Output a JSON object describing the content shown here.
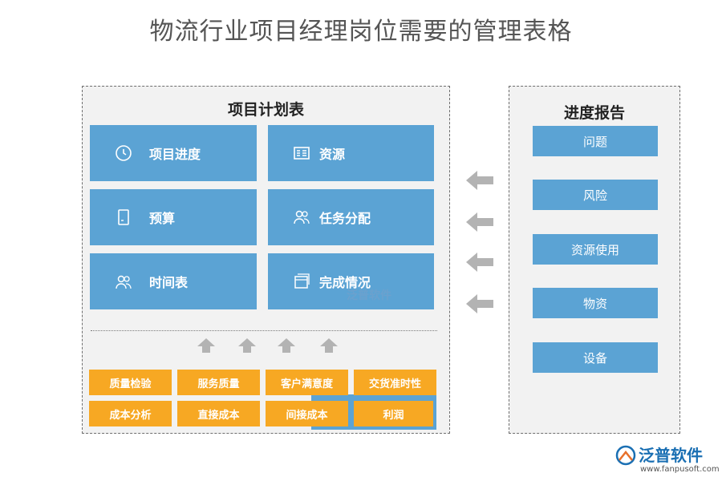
{
  "title": "物流行业项目经理岗位需要的管理表格",
  "plan": {
    "title": "项目计划表",
    "tiles": [
      {
        "label": "项目进度",
        "icon": "clock-icon"
      },
      {
        "label": "资源",
        "icon": "list-icon"
      },
      {
        "label": "预算",
        "icon": "document-icon"
      },
      {
        "label": "任务分配",
        "icon": "users-icon"
      },
      {
        "label": "时间表",
        "icon": "users-icon"
      },
      {
        "label": "完成情况",
        "icon": "window-icon"
      }
    ],
    "metrics": [
      "质量检验",
      "服务质量",
      "客户满意度",
      "交货准时性",
      "成本分析",
      "直接成本",
      "间接成本",
      "利润"
    ],
    "watermark": "泛普软件"
  },
  "report": {
    "title": "进度报告",
    "items": [
      "问题",
      "风险",
      "资源使用",
      "物资",
      "设备"
    ]
  },
  "logo": {
    "name": "泛普软件",
    "url": "www.fanpusoft.com"
  },
  "colors": {
    "tile_blue": "#5ba3d4",
    "metric_orange": "#f7a823",
    "arrow_gray": "#b3b3b3"
  }
}
